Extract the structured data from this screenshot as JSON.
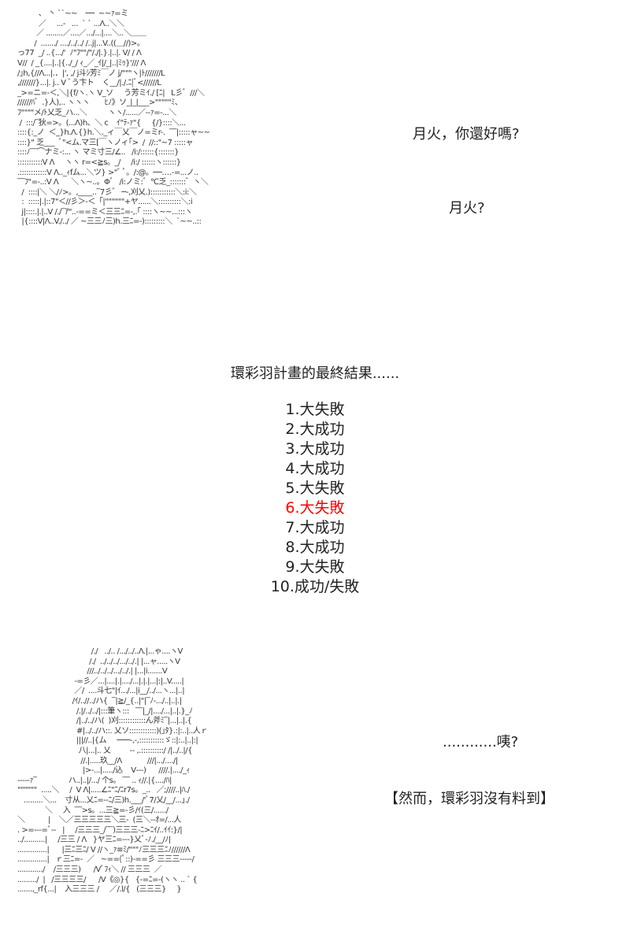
{
  "art_top": [
    "          、 丶 ``~~    ──  ~~ｧ=ミ",
    "          ／     ...-   ...  ` ` ...Λ..＼＼",
    "         ／ ........／....／.../...|....＼..＼＿＿",
    "        /  ......./ ..../../../ /..j|...V..((＿//)>。",
    "っ77  _/ ..{.../'  ﾉ\"ﾌ\"\"/\"/./|.}.|..|. V/ / Λ",
    "V//  / _{....|..|{../_/ ｨ_／_ｲ|/_|..|ﾐｩ}'/// Λ",
    "/｣h,{//Λ...|.．|', ,/ j斗ｼ芳ﾐ￣ノ j/\"\"\"ヽ|ﾄ///////L",
    ",///////}...|. j.. V ﾞう卞ト    く__/|./.ﾆ|ﾞ<//////L",
    "_>=ニ=-＜,＼|{f/ヽ.ヽ V_ソ     う芳ミｲ./ [ﾆ|   L彡゛///＼",
    "//////ﾊ゛.}人),.. ヽヽヽ       ﾋﾉ》ソ_|_|___>\"\"\"\"\"ﾐ、",
    "ﾌ\"\"\"\"メ/ﾄ乂乏_ハ...＼          ヽヽ/......／‐‐ｧ=-...＼",
    " /  :::/‾狄=>。(...Λ)h、＼ c    ｲ\"ﾃ-ｧ\"{     {/}::::＼...",
    "::::{:_ノ  ＜_}h.Λ.{}h.＼._ィ￣乂￣ノ=ミr-.  ‾‾|:::::ャ~~",
    "::::}\" 乏___  ﾞ\"<ム.マ三[￣ヽノィ｢>  /  //::\"~7 :::::ャ",
    "::::ﾉ‾‾⌒ナミ-:... ヽ マミ寸三/∠..   /i:/::::::{:::::::}",
    ":::::::::::V Λ     ヽヽ r=<≧s。_/     /i:/ ::::::ヽ::::::}",
    ".::::::::::::V Λ.._ｨfム...＼ツ} >\"ﾞ ﾟ。/:@。──‥‥-=...ノ..",
    "‾‾ﾌ\"=-..:V Λ      ＼ヽ~..。Φ゛ /i:ノミ:゛℃乏_:::::::゛ヽ＼",
    "  /  ::::|＼ ＼/ﾉ>。,____..‾7彡゛ ─‐,刈乂.):::::::::::＼:i:＼",
    "  :  :::::|.|::7\"＜//彡＞‐＜「|\"\"\"\"\"\"+ヤ......＼::::::::::＼:i",
    "  j|::::.|.|..V /./‾ｱ\"..-==ミ＜三三ﾆ=-,.｢ ::::ヽ~~...:::ヽ",
    "  |{::::V|Λ..V./../ ／ ~三三ﾉ三)h.三ﾆ=-):::::::::＼  `~~..::"
  ],
  "dialogue_1": "月火，你還好嗎?",
  "dialogue_2": "月火?",
  "heading": "環彩羽計畫的最終結果......",
  "results": [
    {
      "label": "1.大失敗",
      "highlight": false
    },
    {
      "label": "2.大成功",
      "highlight": false
    },
    {
      "label": "3.大成功",
      "highlight": false
    },
    {
      "label": "4.大成功",
      "highlight": false
    },
    {
      "label": "5.大失敗",
      "highlight": false
    },
    {
      "label": "6.大失敗",
      "highlight": true
    },
    {
      "label": "7.大成功",
      "highlight": false
    },
    {
      "label": "8.大成功",
      "highlight": false
    },
    {
      "label": "9.大失敗",
      "highlight": false
    },
    {
      "label": "10.成功/失敗",
      "highlight": false
    }
  ],
  "highlight_color": "#ff0000",
  "art_bottom": [
    "                                   /./   ../.. /.../../..Λ.|...ゃ....ヽV",
    "                                  /./  ../../../.../../.| |...ャ.....ヽV",
    "                                 ///../../../.../../.| |...|i.......V",
    "                           -=彡／...|....|.|..../...|.|.|...|:|..V.....|",
    "                           ／/  ....斗七\"|ｲ.../...|i__/../...ヽ...|..|",
    "                          /ｲ/..//../ハ{  ‾|≧/_{..|\"|‾ﾉ-.../..|..|.|",
    "                            /.|/../../|:::筆ヽ:::   ‾‾|_/|..../...|..|.}_ﾉ",
    "                            /|../../ハ(  )刈::::::::::::ん斧ﾐ‾|...|..|.{",
    "                            #|../../ハ::. 乂ソ::::::::::::)(｣ﾀ}.:|:..|..人ｒ",
    "                            |||//..|{ム     ───‐,-,:::::::::::ゞ::|:..|..|:|",
    "                             八|...|.. 乂         ‐‐ ,.::::::::::/ /|../..|/{",
    "                              //.|.....玖__/Λ            ///|.../..../|",
    "                               |>-...|...../込    V‐‐‐)      ////.|..../_ｨ",
    "-‐‐‐‐ｧ‾               ハ..|..|/.../ 个s。 ‾‾ .. ｨ//.|{..../ﾊ|",
    "\"\"\"\"\"\"  .....＼     /  V Λ|.....∠ﾆ\"ﾆ/ﾆr7s。_..   ／;////..|ﾊ./",
    "   .........＼...    寸从...乂ﾆ=‐‐ﾆ/三)h.___/'ﾞ7/乂/__/...｣./",
    "             ＼     入  ‾‾>s。...三≧=-彡/ｲ(三/....../",
    "＼           |    ＼／三三三三三＼三-  (三＼‐‐ｵ=/...人",
    ". >=-‐‐=ﾞ‐‐   |     /三三三_/‾‾)三三三-ﾆ>ﾆｲ/..ｲｲ:}/|",
    "../..........|     /三三 / Λ   }ヤ三ﾆ=-‐‐}乂ﾞ‐ﾉ./__/ﾉ|",
    "..............|      |三ﾆ三ﾆ/ V //ヽ_ｧ≡ﾐ/\"\"\"ﾉ三三三ﾆﾉ//////Λ",
    "..............|   ｒ三ﾆ=‐  ／   ~==(ﾟ::)-==彡 三三三‐‐‐‐‐/",
    "............/    /三三三)      /Vﾞﾌｨ＼ // 三三三  ／",
    "........./  |   /三三三三/      /V《◎}{   {-=ﾆ=-(ヽヽ .. ` {",
    ".......,_rf{...|    入三三三 /     ／/.l/{   (三三三}     }"
  ],
  "dialogue_3": "............咦?",
  "dialogue_4": "【然而，環彩羽沒有料到】"
}
